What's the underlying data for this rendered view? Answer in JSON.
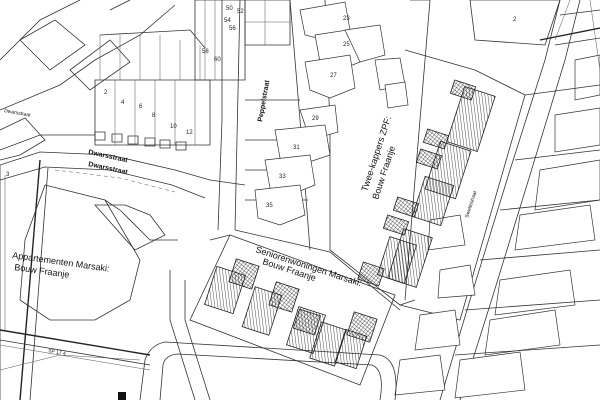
{
  "map": {
    "streets": {
      "peppelstraat": "Peppelstraat",
      "dwarsstraat_a": "Dwarsstraat",
      "dwarsstraat_b": "Dwarsstraat",
      "sweerstreet": "Swettestraat",
      "small_left": "Dwarsstraat",
      "bottom_left": "SP 17 4"
    },
    "labels": {
      "appartementen_1": "Appartementen Marsaki:",
      "appartementen_2": "Bouw Fraanje",
      "senioren_1": "Seniorenwoningen Marsaki:",
      "senioren_2": "Bouw Fraanje",
      "tweekappers_1": "Twee-kappers ZPF:",
      "tweekappers_2": "Bouw Fraanje"
    },
    "house_numbers": {
      "n2": "2",
      "n3": "3",
      "n4": "4",
      "n6": "6",
      "n8": "8",
      "n10": "10",
      "n12": "12",
      "n23": "23",
      "n25": "25",
      "n27": "27",
      "n29": "29",
      "n31": "31",
      "n33": "33",
      "n35": "35",
      "n50": "50",
      "n52": "52",
      "n54": "54",
      "n56": "56",
      "n58": "58",
      "n60": "60",
      "n_top_right": "2"
    }
  }
}
